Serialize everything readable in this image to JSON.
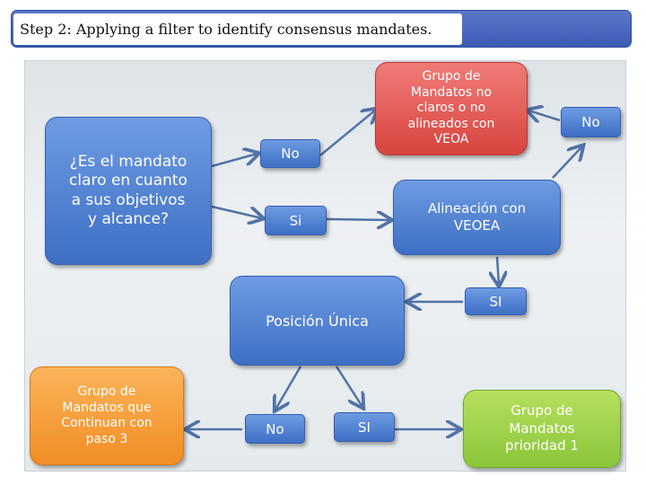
{
  "header": {
    "title": "Step 2: Applying a filter to identify consensus mandates."
  },
  "diagram": {
    "question": "¿Es el mandato\nclaro en cuanto\na sus objetivos\ny alcance?",
    "no_label_1": "No",
    "si_label_1": "Si",
    "unclear_group": "Grupo de\nMandatos no\nclaros o no\nalineados con\nVEOA",
    "no_label_2": "No",
    "alignment": "Alineación con\nVEOEA",
    "si_label_2": "SI",
    "single_position": "Posición Única",
    "continue_group": "Grupo de\nMandatos que\nContinuan con\npaso 3",
    "no_label_3": "No",
    "si_label_3": "SI",
    "priority_group": "Grupo de\nMandatos\nprioridad 1"
  },
  "colors": {
    "blue": "#4a7fd3",
    "red": "#e05a55",
    "orange": "#f5a038",
    "green": "#9bd144"
  }
}
